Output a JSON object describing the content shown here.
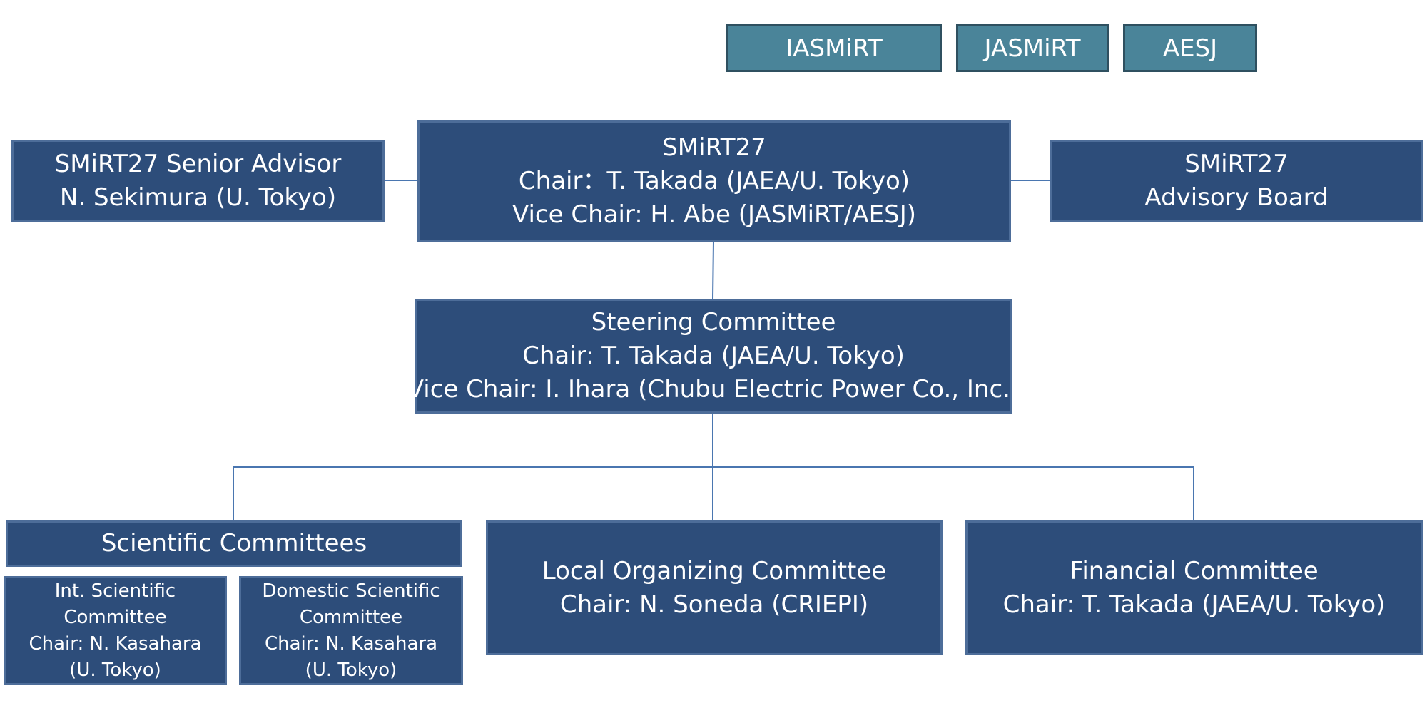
{
  "organizations": [
    "IASMiRT",
    "JASMiRT",
    "AESJ"
  ],
  "senior_advisor": {
    "lines": [
      "SMiRT27 Senior Advisor",
      "N. Sekimura (U. Tokyo)"
    ]
  },
  "smirt27": {
    "lines": [
      "SMiRT27",
      "Chair：T. Takada (JAEA/U. Tokyo)",
      "Vice Chair: H. Abe (JASMiRT/AESJ)"
    ]
  },
  "advisory_board": {
    "lines": [
      "SMiRT27",
      "Advisory Board"
    ]
  },
  "steering_committee": {
    "lines": [
      "Steering Committee",
      "Chair: T. Takada (JAEA/U. Tokyo)",
      "Vice Chair: I. Ihara (Chubu Electric Power Co., Inc.)"
    ]
  },
  "scientific_committees": {
    "title": "Scientific Committees",
    "international": {
      "lines": [
        "Int. Scientific",
        "Committee",
        "Chair: N. Kasahara",
        "(U. Tokyo)"
      ]
    },
    "domestic": {
      "lines": [
        "Domestic Scientific",
        "Committee",
        "Chair: N. Kasahara",
        "(U. Tokyo)"
      ]
    }
  },
  "local_organizing_committee": {
    "lines": [
      "Local Organizing Committee",
      "Chair: N. Soneda (CRIEPI)"
    ]
  },
  "financial_committee": {
    "lines": [
      "Financial Committee",
      "Chair: T. Takada (JAEA/U. Tokyo)"
    ]
  },
  "colors": {
    "org_fill": "#4a8499",
    "node_fill": "#2d4d7a",
    "connector": "#4a76b0"
  }
}
